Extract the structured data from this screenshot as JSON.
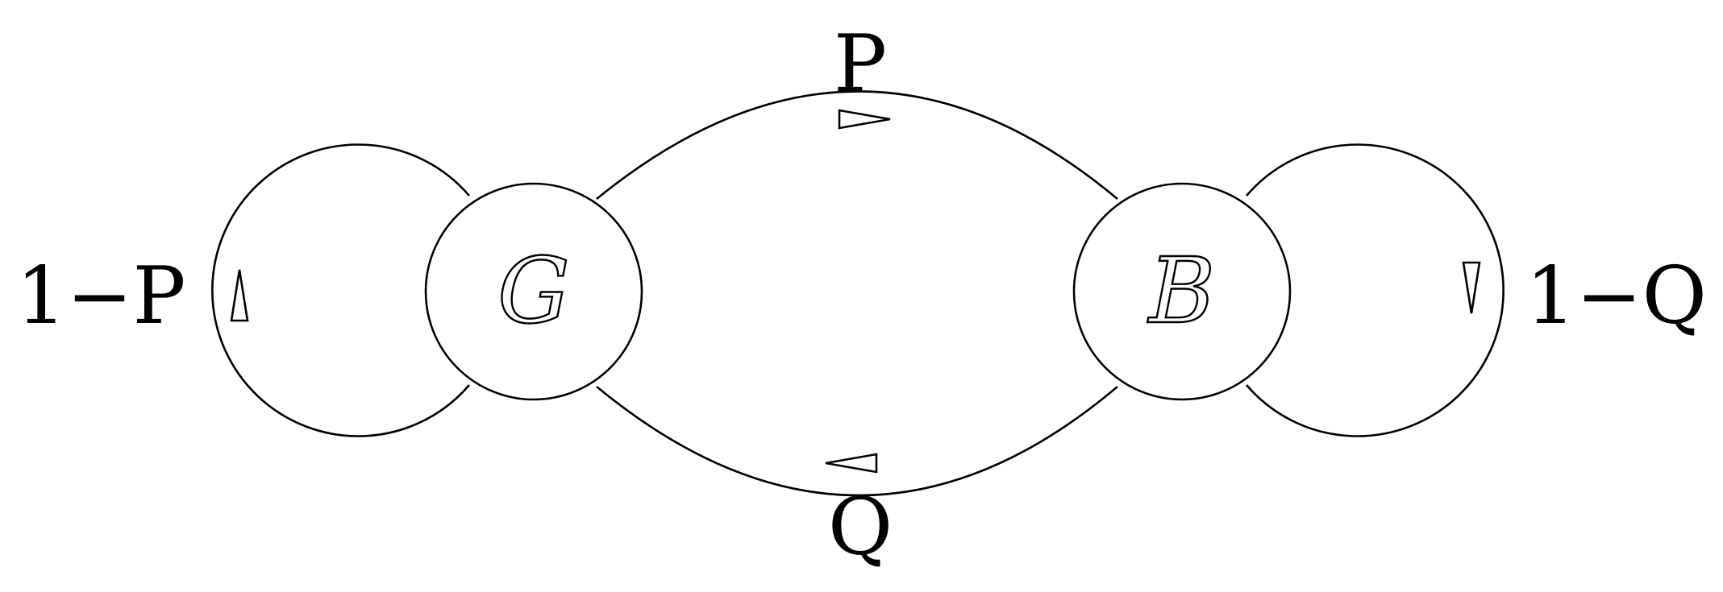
{
  "nodes": {
    "good": {
      "label": "G"
    },
    "bad": {
      "label": "B"
    }
  },
  "edges": {
    "good_to_bad": {
      "label": "P"
    },
    "bad_to_good": {
      "label": "Q"
    },
    "good_self_loop": {
      "label": "1−P"
    },
    "bad_self_loop": {
      "label": "1−Q"
    }
  },
  "colors": {
    "stroke": "#000000",
    "background": "#ffffff"
  }
}
